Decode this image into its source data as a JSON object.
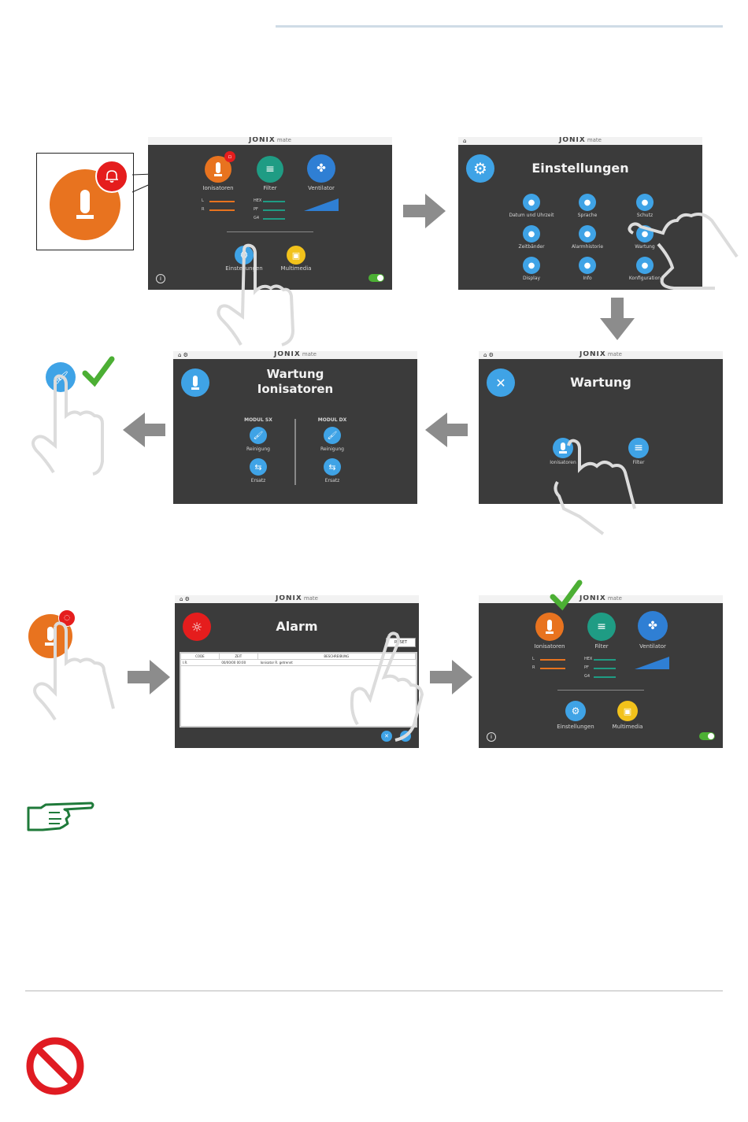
{
  "brand": {
    "name": "JONIX",
    "suffix": "mate"
  },
  "main_screen": {
    "icons": [
      {
        "label": "Ionisatoren",
        "icon": "ionizer-icon"
      },
      {
        "label": "Filter",
        "icon": "filter-icon"
      },
      {
        "label": "Ventilator",
        "icon": "fan-icon"
      }
    ],
    "bottom": [
      {
        "label": "Einstellungen",
        "icon": "gear-icon"
      },
      {
        "label": "Multimedia",
        "icon": "camera-icon"
      }
    ],
    "status_rows_left": [
      "L",
      "R"
    ],
    "status_rows_mid": [
      "HEX",
      "PF",
      "G4"
    ],
    "bottom_label_partial": "Einstellungen"
  },
  "settings_screen": {
    "title": "Einstellungen",
    "items": [
      {
        "label": "Datum und Uhrzeit",
        "icon": "calendar-icon"
      },
      {
        "label": "Sprache",
        "icon": "language-icon"
      },
      {
        "label": "Schutz",
        "icon": "lock-icon"
      },
      {
        "label": "Zeitbänder",
        "icon": "clock-icon"
      },
      {
        "label": "Alarmhistorie",
        "icon": "history-icon"
      },
      {
        "label": "Wartung",
        "icon": "wrench-icon"
      },
      {
        "label": "Display",
        "icon": "display-icon"
      },
      {
        "label": "Info",
        "icon": "info-icon"
      },
      {
        "label": "Konfiguration",
        "icon": "config-icon"
      }
    ]
  },
  "wartung_screen": {
    "title": "Wartung",
    "items": [
      {
        "label": "Ionisatoren",
        "icon": "ionizer-icon"
      },
      {
        "label": "Filter",
        "icon": "filter-icon"
      }
    ]
  },
  "wartung_ion_screen": {
    "title_line1": "Wartung",
    "title_line2": "Ionisatoren",
    "col_left": "MODUL SX",
    "col_right": "MODUL DX",
    "actions": [
      "Reinigung",
      "Ersatz"
    ]
  },
  "alarm_screen": {
    "title": "Alarm",
    "reset_label": "RESET",
    "columns": [
      "CODE",
      "ZEIT",
      "BESCHREIBUNG"
    ],
    "rows": [
      [
        "I.R.",
        "00/00/00 00:00",
        "Ionisator R. getrennt"
      ]
    ]
  },
  "colors": {
    "accent_blue": "#3fa3e6",
    "alarm_red": "#e51d1d",
    "ionizer_orange": "#e8731f",
    "ok_green": "#4caf34",
    "screen_bg": "#3b3b3b"
  },
  "symbols": {
    "note": "pointing-hand-icon",
    "warning": "prohibited-icon"
  }
}
